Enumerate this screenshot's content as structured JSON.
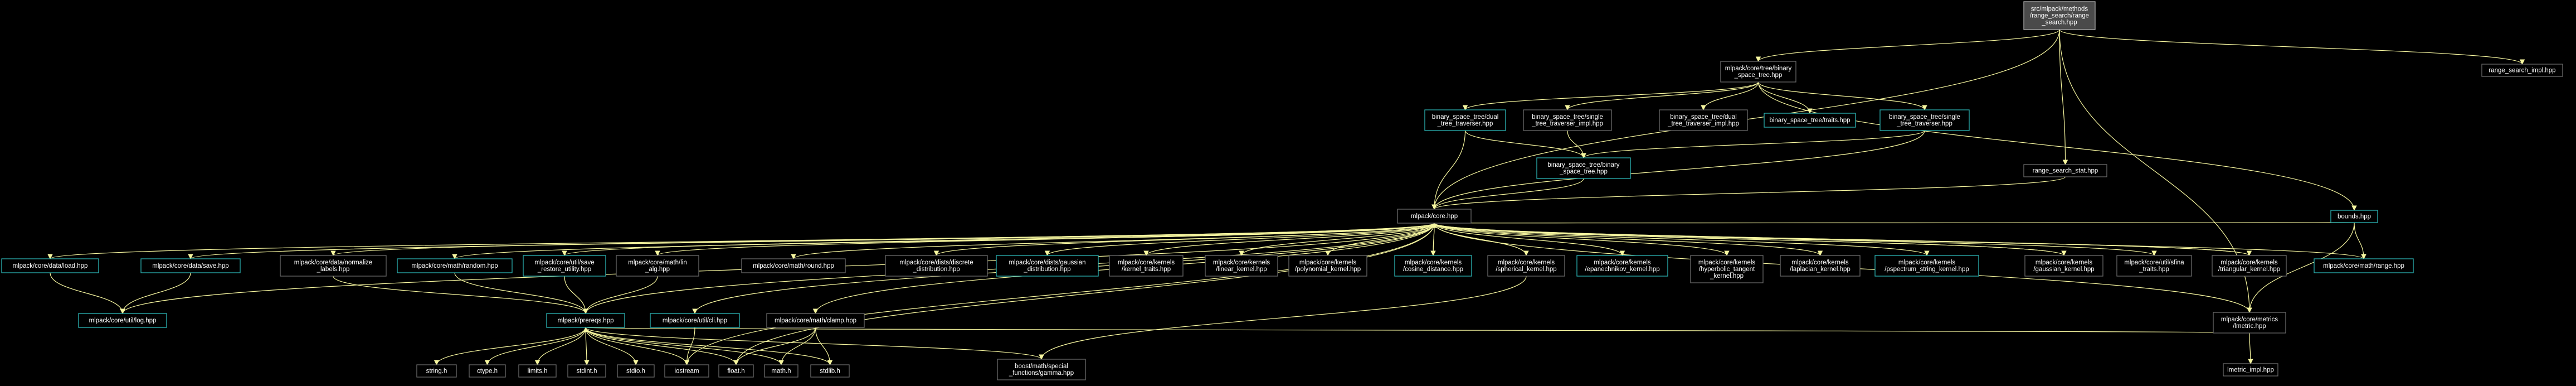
{
  "colors": {
    "background": "#000000",
    "edge": "#f7f7a0",
    "text": "#ffffff",
    "root_fill": "#4a4a4a",
    "root_stroke": "#b0b0b0",
    "plain_stroke": "#6a6a6a",
    "linked_stroke": "#2bb3b3"
  },
  "nodes": [
    {
      "id": "root",
      "lines": [
        "src/mlpack/methods",
        "/range_search/range",
        "_search.hpp"
      ],
      "style": "root"
    },
    {
      "id": "range_search_impl",
      "lines": [
        "range_search_impl.hpp"
      ],
      "style": "plain"
    },
    {
      "id": "binary_space_tree",
      "lines": [
        "mlpack/core/tree/binary",
        "_space_tree.hpp"
      ],
      "style": "plain"
    },
    {
      "id": "dual_traverser",
      "lines": [
        "binary_space_tree/dual",
        "_tree_traverser.hpp"
      ],
      "style": "linked"
    },
    {
      "id": "single_traverser_impl",
      "lines": [
        "binary_space_tree/single",
        "_tree_traverser_impl.hpp"
      ],
      "style": "plain"
    },
    {
      "id": "dual_traverser_impl",
      "lines": [
        "binary_space_tree/dual",
        "_tree_traverser_impl.hpp"
      ],
      "style": "plain"
    },
    {
      "id": "traits",
      "lines": [
        "binary_space_tree/traits.hpp"
      ],
      "style": "linked"
    },
    {
      "id": "single_traverser",
      "lines": [
        "binary_space_tree/single",
        "_tree_traverser.hpp"
      ],
      "style": "linked"
    },
    {
      "id": "bst_inner",
      "lines": [
        "binary_space_tree/binary",
        "_space_tree.hpp"
      ],
      "style": "linked"
    },
    {
      "id": "range_search_stat",
      "lines": [
        "range_search_stat.hpp"
      ],
      "style": "plain"
    },
    {
      "id": "core",
      "lines": [
        "mlpack/core.hpp"
      ],
      "style": "plain"
    },
    {
      "id": "bounds",
      "lines": [
        "bounds.hpp"
      ],
      "style": "linked"
    },
    {
      "id": "load",
      "lines": [
        "mlpack/core/data/load.hpp"
      ],
      "style": "linked"
    },
    {
      "id": "save",
      "lines": [
        "mlpack/core/data/save.hpp"
      ],
      "style": "linked"
    },
    {
      "id": "normalize_labels",
      "lines": [
        "mlpack/core/data/normalize",
        "_labels.hpp"
      ],
      "style": "plain"
    },
    {
      "id": "random",
      "lines": [
        "mlpack/core/math/random.hpp"
      ],
      "style": "linked"
    },
    {
      "id": "save_restore",
      "lines": [
        "mlpack/core/util/save",
        "_restore_utility.hpp"
      ],
      "style": "linked"
    },
    {
      "id": "lin_alg",
      "lines": [
        "mlpack/core/math/lin",
        "_alg.hpp"
      ],
      "style": "plain"
    },
    {
      "id": "round",
      "lines": [
        "mlpack/core/math/round.hpp"
      ],
      "style": "plain"
    },
    {
      "id": "discrete",
      "lines": [
        "mlpack/core/dists/discrete",
        "_distribution.hpp"
      ],
      "style": "plain"
    },
    {
      "id": "gaussian_dist",
      "lines": [
        "mlpack/core/dists/gaussian",
        "_distribution.hpp"
      ],
      "style": "linked"
    },
    {
      "id": "kernel_traits",
      "lines": [
        "mlpack/core/kernels",
        "/kernel_traits.hpp"
      ],
      "style": "plain"
    },
    {
      "id": "linear_kernel",
      "lines": [
        "mlpack/core/kernels",
        "/linear_kernel.hpp"
      ],
      "style": "plain"
    },
    {
      "id": "polynomial_kernel",
      "lines": [
        "mlpack/core/kernels",
        "/polynomial_kernel.hpp"
      ],
      "style": "plain"
    },
    {
      "id": "cosine_distance",
      "lines": [
        "mlpack/core/kernels",
        "/cosine_distance.hpp"
      ],
      "style": "linked"
    },
    {
      "id": "spherical_kernel",
      "lines": [
        "mlpack/core/kernels",
        "/spherical_kernel.hpp"
      ],
      "style": "plain"
    },
    {
      "id": "epanechnikov",
      "lines": [
        "mlpack/core/kernels",
        "/epanechnikov_kernel.hpp"
      ],
      "style": "linked"
    },
    {
      "id": "hyperbolic_tangent",
      "lines": [
        "mlpack/core/kernels",
        "/hyperbolic_tangent",
        "_kernel.hpp"
      ],
      "style": "plain"
    },
    {
      "id": "laplacian",
      "lines": [
        "mlpack/core/kernels",
        "/laplacian_kernel.hpp"
      ],
      "style": "plain"
    },
    {
      "id": "pspectrum",
      "lines": [
        "mlpack/core/kernels",
        "/pspectrum_string_kernel.hpp"
      ],
      "style": "linked"
    },
    {
      "id": "gaussian_kernel",
      "lines": [
        "mlpack/core/kernels",
        "/gaussian_kernel.hpp"
      ],
      "style": "plain"
    },
    {
      "id": "sfinae",
      "lines": [
        "mlpack/core/util/sfina",
        "_traits.hpp"
      ],
      "style": "plain"
    },
    {
      "id": "triangular",
      "lines": [
        "mlpack/core/kernels",
        "/triangular_kernel.hpp"
      ],
      "style": "plain"
    },
    {
      "id": "range_hpp",
      "lines": [
        "mlpack/core/math/range.hpp"
      ],
      "style": "linked"
    },
    {
      "id": "log",
      "lines": [
        "mlpack/core/util/log.hpp"
      ],
      "style": "linked"
    },
    {
      "id": "prereqs",
      "lines": [
        "mlpack/prereqs.hpp"
      ],
      "style": "linked"
    },
    {
      "id": "cli",
      "lines": [
        "mlpack/core/util/cli.hpp"
      ],
      "style": "linked"
    },
    {
      "id": "clamp",
      "lines": [
        "mlpack/core/math/clamp.hpp"
      ],
      "style": "plain"
    },
    {
      "id": "gamma",
      "lines": [
        "boost/math/special",
        "_functions/gamma.hpp"
      ],
      "style": "plain"
    },
    {
      "id": "lmetric",
      "lines": [
        "mlpack/core/metrics",
        "/lmetric.hpp"
      ],
      "style": "plain"
    },
    {
      "id": "lmetric_impl",
      "lines": [
        "lmetric_impl.hpp"
      ],
      "style": "plain"
    },
    {
      "id": "string_h",
      "lines": [
        "string.h"
      ],
      "style": "plain"
    },
    {
      "id": "ctype_h",
      "lines": [
        "ctype.h"
      ],
      "style": "plain"
    },
    {
      "id": "limits_h",
      "lines": [
        "limits.h"
      ],
      "style": "plain"
    },
    {
      "id": "stdint_h",
      "lines": [
        "stdint.h"
      ],
      "style": "plain"
    },
    {
      "id": "stdio_h",
      "lines": [
        "stdio.h"
      ],
      "style": "plain"
    },
    {
      "id": "iostream",
      "lines": [
        "iostream"
      ],
      "style": "plain"
    },
    {
      "id": "float_h",
      "lines": [
        "float.h"
      ],
      "style": "plain"
    },
    {
      "id": "math_h",
      "lines": [
        "math.h"
      ],
      "style": "plain"
    },
    {
      "id": "stdlib_h",
      "lines": [
        "stdlib.h"
      ],
      "style": "plain"
    }
  ],
  "edges": [
    [
      "root",
      "range_search_impl"
    ],
    [
      "root",
      "binary_space_tree"
    ],
    [
      "root",
      "range_search_stat"
    ],
    [
      "root",
      "core"
    ],
    [
      "root",
      "lmetric"
    ],
    [
      "binary_space_tree",
      "dual_traverser"
    ],
    [
      "binary_space_tree",
      "single_traverser_impl"
    ],
    [
      "binary_space_tree",
      "dual_traverser_impl"
    ],
    [
      "binary_space_tree",
      "traits"
    ],
    [
      "binary_space_tree",
      "single_traverser"
    ],
    [
      "binary_space_tree",
      "bounds"
    ],
    [
      "dual_traverser",
      "bst_inner"
    ],
    [
      "dual_traverser",
      "core"
    ],
    [
      "single_traverser",
      "bst_inner"
    ],
    [
      "single_traverser",
      "core"
    ],
    [
      "single_traverser_impl",
      "bst_inner"
    ],
    [
      "bst_inner",
      "core"
    ],
    [
      "range_search_stat",
      "core"
    ],
    [
      "bounds",
      "core"
    ],
    [
      "bounds",
      "range_hpp"
    ],
    [
      "bounds",
      "lmetric"
    ],
    [
      "core",
      "load"
    ],
    [
      "core",
      "save"
    ],
    [
      "core",
      "normalize_labels"
    ],
    [
      "core",
      "random"
    ],
    [
      "core",
      "save_restore"
    ],
    [
      "core",
      "lin_alg"
    ],
    [
      "core",
      "round"
    ],
    [
      "core",
      "discrete"
    ],
    [
      "core",
      "gaussian_dist"
    ],
    [
      "core",
      "kernel_traits"
    ],
    [
      "core",
      "linear_kernel"
    ],
    [
      "core",
      "polynomial_kernel"
    ],
    [
      "core",
      "cosine_distance"
    ],
    [
      "core",
      "spherical_kernel"
    ],
    [
      "core",
      "epanechnikov"
    ],
    [
      "core",
      "hyperbolic_tangent"
    ],
    [
      "core",
      "laplacian"
    ],
    [
      "core",
      "pspectrum"
    ],
    [
      "core",
      "gaussian_kernel"
    ],
    [
      "core",
      "sfinae"
    ],
    [
      "core",
      "triangular"
    ],
    [
      "core",
      "range_hpp"
    ],
    [
      "core",
      "lmetric"
    ],
    [
      "core",
      "log"
    ],
    [
      "core",
      "prereqs"
    ],
    [
      "core",
      "cli"
    ],
    [
      "core",
      "clamp"
    ],
    [
      "core",
      "float_h"
    ],
    [
      "core",
      "iostream"
    ],
    [
      "cosine_distance",
      "core"
    ],
    [
      "spherical_kernel",
      "core"
    ],
    [
      "gaussian_kernel",
      "core"
    ],
    [
      "triangular",
      "core"
    ],
    [
      "spherical_kernel",
      "gamma"
    ],
    [
      "load",
      "log"
    ],
    [
      "save",
      "log"
    ],
    [
      "normalize_labels",
      "prereqs"
    ],
    [
      "random",
      "prereqs"
    ],
    [
      "save_restore",
      "prereqs"
    ],
    [
      "lin_alg",
      "prereqs"
    ],
    [
      "cli",
      "iostream"
    ],
    [
      "clamp",
      "float_h"
    ],
    [
      "clamp",
      "math_h"
    ],
    [
      "clamp",
      "stdlib_h"
    ],
    [
      "prereqs",
      "string_h"
    ],
    [
      "prereqs",
      "ctype_h"
    ],
    [
      "prereqs",
      "limits_h"
    ],
    [
      "prereqs",
      "stdint_h"
    ],
    [
      "prereqs",
      "stdio_h"
    ],
    [
      "prereqs",
      "iostream"
    ],
    [
      "prereqs",
      "float_h"
    ],
    [
      "prereqs",
      "math_h"
    ],
    [
      "prereqs",
      "stdlib_h"
    ],
    [
      "prereqs",
      "gamma"
    ],
    [
      "lmetric",
      "lmetric_impl"
    ],
    [
      "lmetric",
      "prereqs"
    ]
  ]
}
